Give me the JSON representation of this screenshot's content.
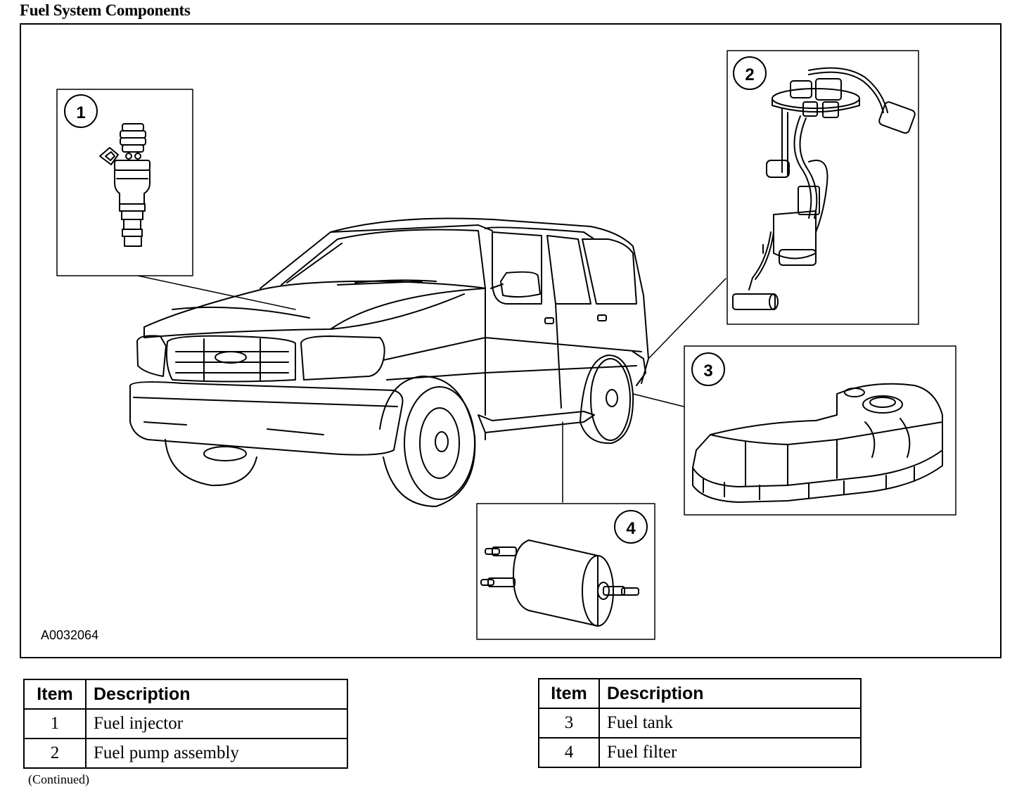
{
  "title": "Fuel System Components",
  "figure_code": "A0032064",
  "callouts": [
    "1",
    "2",
    "3",
    "4"
  ],
  "legend_left": {
    "headers": [
      "Item",
      "Description"
    ],
    "rows": [
      {
        "item": "1",
        "description": "Fuel injector"
      },
      {
        "item": "2",
        "description": "Fuel pump assembly"
      }
    ]
  },
  "legend_right": {
    "headers": [
      "Item",
      "Description"
    ],
    "rows": [
      {
        "item": "3",
        "description": "Fuel tank"
      },
      {
        "item": "4",
        "description": "Fuel filter"
      }
    ]
  },
  "continued": "(Continued)"
}
